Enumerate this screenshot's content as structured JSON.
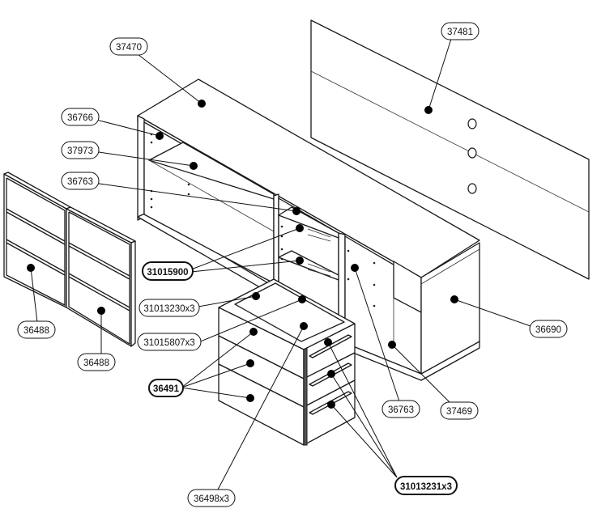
{
  "colors": {
    "line": "#1a1a1a",
    "fill": "#ffffff",
    "text": "#111111"
  },
  "callouts": {
    "c37470": "37470",
    "c37481": "37481",
    "c36766": "36766",
    "c37973": "37973",
    "c36763_top": "36763",
    "c31015900": "31015900",
    "c31013230": "31013230x3",
    "c31015807": "31015807x3",
    "c36491": "36491",
    "c36488_left": "36488",
    "c36488_right": "36488",
    "c36690": "36690",
    "c36763_bottom": "36763",
    "c37469": "37469",
    "c31013231": "31013231x3",
    "c36498": "36498x3"
  }
}
